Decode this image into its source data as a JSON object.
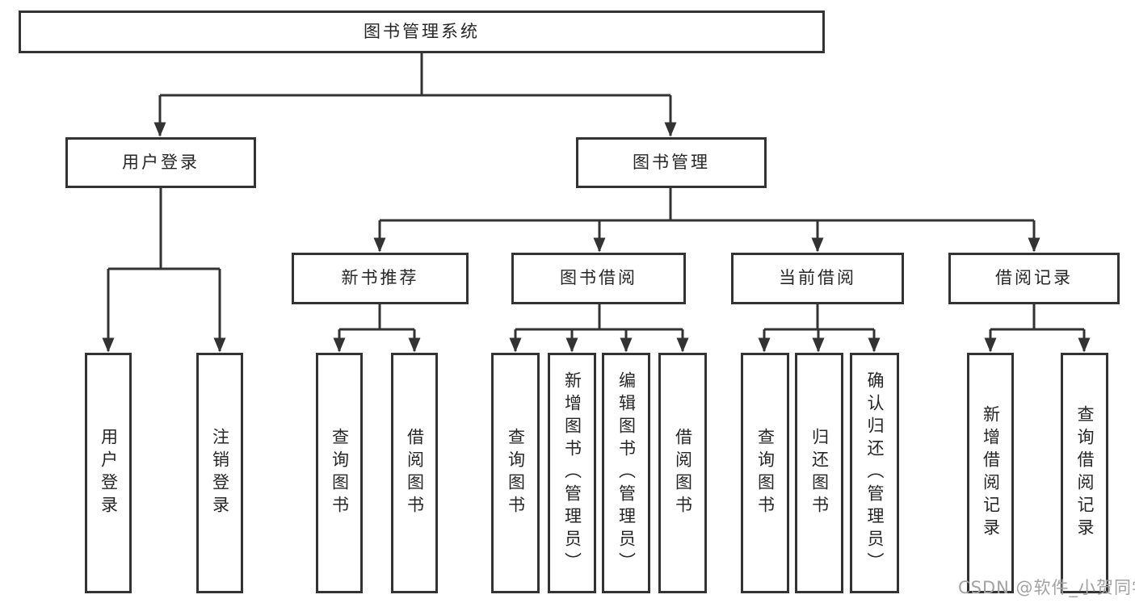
{
  "diagram": {
    "title_note": "library management system functional structure diagram",
    "nodes": {
      "root": "图书管理系统",
      "user_login": "用户登录",
      "book_mgmt": "图书管理",
      "new_book_rec": "新书推荐",
      "book_borrow": "图书借阅",
      "current_borrow": "当前借阅",
      "borrow_records": "借阅记录",
      "ul_user_login": "用户登录",
      "ul_logout": "注销登录",
      "nbr_query_books": "查询图书",
      "nbr_borrow_books": "借阅图书",
      "bb_query_books": "查询图书",
      "bb_add_books": "新增图书（管理员）",
      "bb_edit_books": "编辑图书（管理员）",
      "bb_borrow_books": "借阅图书",
      "cb_query_books": "查询图书",
      "cb_return_books": "归还图书",
      "cb_confirm_return": "确认归还（管理员）",
      "br_add_record": "新增借阅记录",
      "br_query_record": "查询借阅记录"
    },
    "hierarchy": {
      "root": "图书管理系统",
      "children": [
        {
          "label": "用户登录",
          "children": [
            "用户登录",
            "注销登录"
          ]
        },
        {
          "label": "图书管理",
          "children": [
            {
              "label": "新书推荐",
              "children": [
                "查询图书",
                "借阅图书"
              ]
            },
            {
              "label": "图书借阅",
              "children": [
                "查询图书",
                "新增图书（管理员）",
                "编辑图书（管理员）",
                "借阅图书"
              ]
            },
            {
              "label": "当前借阅",
              "children": [
                "查询图书",
                "归还图书",
                "确认归还（管理员）"
              ]
            },
            {
              "label": "借阅记录",
              "children": [
                "新增借阅记录",
                "查询借阅记录"
              ]
            }
          ]
        }
      ]
    },
    "colors": {
      "line": "#333333",
      "border": "#333333",
      "text": "#262626",
      "background": "#ffffff",
      "watermark": "#a2a2a2"
    }
  },
  "watermark": "CSDN @软件_小贺同学"
}
